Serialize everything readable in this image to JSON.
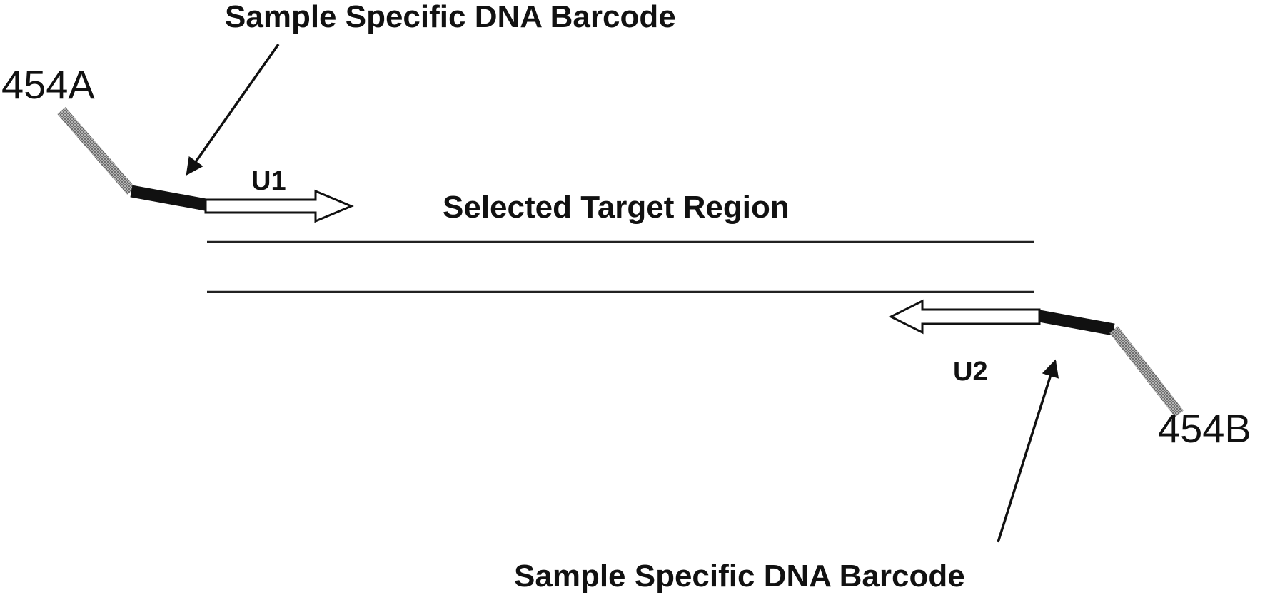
{
  "labels": {
    "barcode_top": "Sample Specific DNA Barcode",
    "barcode_bottom": "Sample Specific DNA Barcode",
    "adapter_a": "454A",
    "adapter_b": "454B",
    "primer_forward": "U1",
    "primer_reverse": "U2",
    "target_region": "Selected Target Region"
  },
  "colors": {
    "adapter": "#9a9a9a",
    "barcode": "#111111",
    "strand": "#222222",
    "primer_arrow_fill": "#ffffff",
    "primer_arrow_stroke": "#111111"
  }
}
